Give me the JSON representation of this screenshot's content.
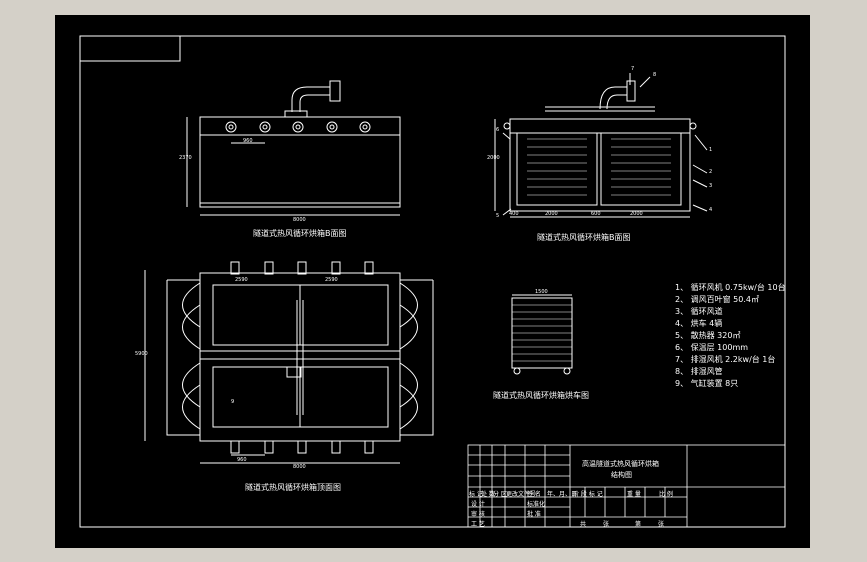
{
  "views": {
    "side": "隧道式热风循环烘箱B面图",
    "end": "隧道式热风循环烘箱B面图",
    "top": "隧道式热风循环烘箱顶面图",
    "cart": "隧道式热风循环烘箱烘车图"
  },
  "dims": {
    "side_width": "8000",
    "side_spacing": "960",
    "side_height": "2370",
    "end_a": "400",
    "end_b": "2000",
    "end_c": "600",
    "end_d": "2000",
    "end_h": "2000",
    "top_total": "8000",
    "top_spacing": "960",
    "top_width": "5900",
    "top_seg1": "2590",
    "top_seg2": "2590",
    "cart_width": "1500"
  },
  "callouts": [
    "1",
    "2",
    "3",
    "4",
    "5",
    "6",
    "7",
    "8",
    "9"
  ],
  "legend": [
    "1、 循环风机   0.75kw/台 10台",
    "2、 调风百叶窗   50.4㎡",
    "3、 循环风道",
    "4、 烘车     4辆",
    "5、 散热器    320㎡",
    "6、 保温层    100mm",
    "7、 排湿风机   2.2kw/台 1台",
    "8、 排湿风管",
    "9、 气缸装置   8只"
  ],
  "title_block": {
    "title_line1": "高温隧道式热风循环烘箱",
    "title_line2": "结构图",
    "rows": [
      "标 记",
      "处 数",
      "分 区",
      "更改文件号",
      "签 名",
      "年、月、日"
    ],
    "roles": [
      "设 计",
      "审 核",
      "工 艺",
      "标准化",
      "批 准"
    ],
    "meta": [
      "阶 段 标 记",
      "重 量",
      "比 例"
    ],
    "sheet": [
      "共",
      "张",
      "第",
      "张"
    ]
  }
}
